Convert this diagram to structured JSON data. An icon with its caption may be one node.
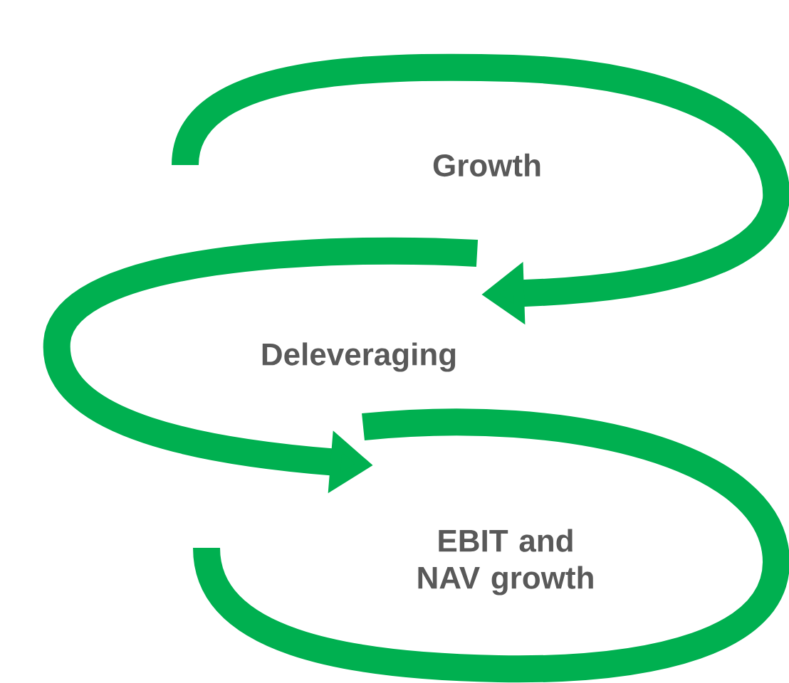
{
  "diagram": {
    "nodes": [
      {
        "text": [
          "Growth"
        ]
      },
      {
        "text": [
          "Deleveraging"
        ]
      },
      {
        "text": [
          "EBIT and NAV growth"
        ]
      }
    ]
  }
}
